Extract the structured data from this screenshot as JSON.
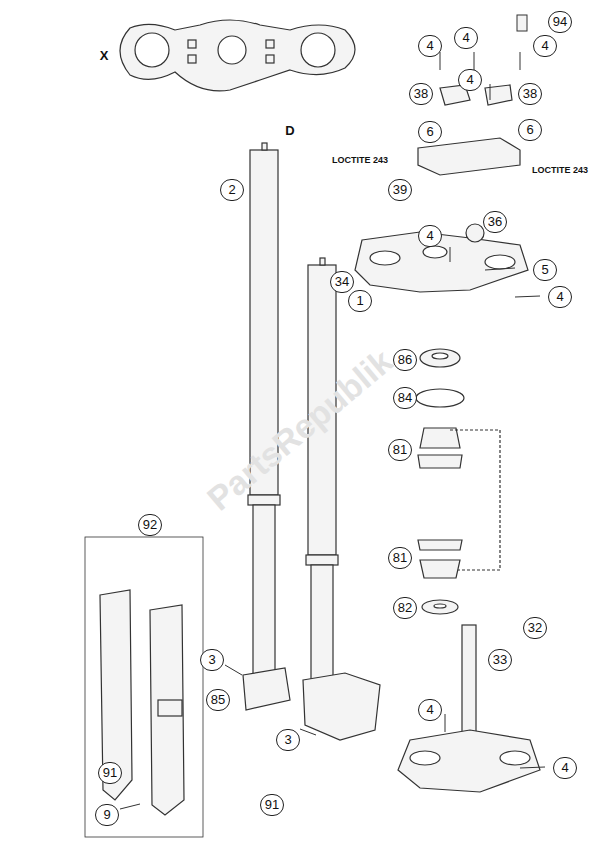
{
  "diagram": {
    "labels": [
      "X",
      "D",
      "4",
      "4",
      "4",
      "4",
      "94",
      "38",
      "38",
      "6",
      "LOCTITE 243",
      "6",
      "LOCTITE 243",
      "39",
      "4",
      "36",
      "5",
      "34",
      "4",
      "86",
      "84",
      "81",
      "81",
      "82",
      "32",
      "33",
      "4",
      "4",
      "2",
      "1",
      "3",
      "3",
      "92",
      "85",
      "91",
      "9",
      "91",
      "PartsRepublik"
    ]
  }
}
